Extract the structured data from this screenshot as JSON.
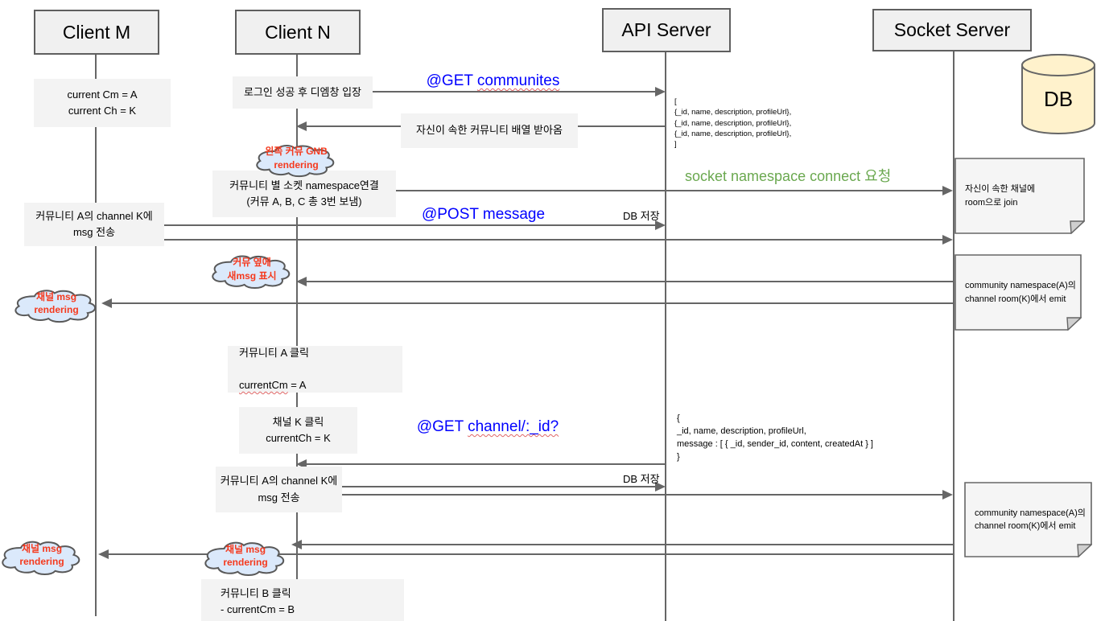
{
  "actors": {
    "client_m": "Client M",
    "client_n": "Client N",
    "api_server": "API Server",
    "socket_server": "Socket Server"
  },
  "db": {
    "label": "DB"
  },
  "boxes": {
    "client_m_state": "current Cm = A\ncurrent Ch = K",
    "login_enter": "로그인 성공 후 디엠창 입장",
    "receive_communities": "자신이 속한 커뮤니티 배열 받아옴",
    "namespace_connect": "커뮤니티 별 소켓 namespace연결\n(커뮤 A, B, C 총 3번 보냄)",
    "send_msg_1": "커뮤니티 A의 channel K에\nmsg 전송",
    "community_a_click_line1": "커뮤니티 A 클릭",
    "community_a_click_word": "currentCm",
    "community_a_click_rest": " = A",
    "channel_k_click": "채널 K 클릭\ncurrentCh = K",
    "send_msg_2": "커뮤니티 A의 channel K에\nmsg 전송",
    "community_b_click": "커뮤니티 B 클릭\n- currentCm = B\n- currentCh = null"
  },
  "clouds": {
    "gnb_rendering": "왼쪽 커뮤 GNB\nrendering",
    "new_msg_badge": "커뮤 옆에\n새msg 표시",
    "channel_msg_rendering_1": "채널 msg\nrendering",
    "channel_msg_rendering_2": "채널 msg\nrendering",
    "channel_msg_rendering_3": "채널 msg\nrendering"
  },
  "notes": {
    "join_room": "자신이 속한 채널에\nroom으로 join",
    "emit_1": "community namespace(A)의\nchannel room(K)에서 emit",
    "emit_2": "community namespace(A)의\nchannel room(K)에서 emit"
  },
  "messages": {
    "get_communities_prefix": "@GET ",
    "get_communities_word": "communites",
    "socket_connect": "socket namespace connect 요청",
    "post_message": "@POST message",
    "db_save_1": "DB 저장",
    "get_channel_prefix": "@GET ",
    "get_channel_word": "channel/:_id?",
    "db_save_2": "DB 저장"
  },
  "code": {
    "communities_response": "[\n  {_id, name, description, profileUrl},\n  {_id, name, description, profileUrl},\n  {_id, name, description, profileUrl},\n]",
    "channel_response": "{\n   _id, name, description, profileUrl,\n  message : [ {  _id, sender_id, content, createdAt } ]\n}"
  },
  "colors": {
    "blue": "#0000ff",
    "green": "#6aa84f",
    "cloud_text_red": "#f5391d",
    "cloud_fill": "#dbe9fb",
    "box_fill": "#f3f3f3",
    "note_fill": "#f5f5f5",
    "db_fill": "#fff2cc",
    "line": "#666666"
  }
}
